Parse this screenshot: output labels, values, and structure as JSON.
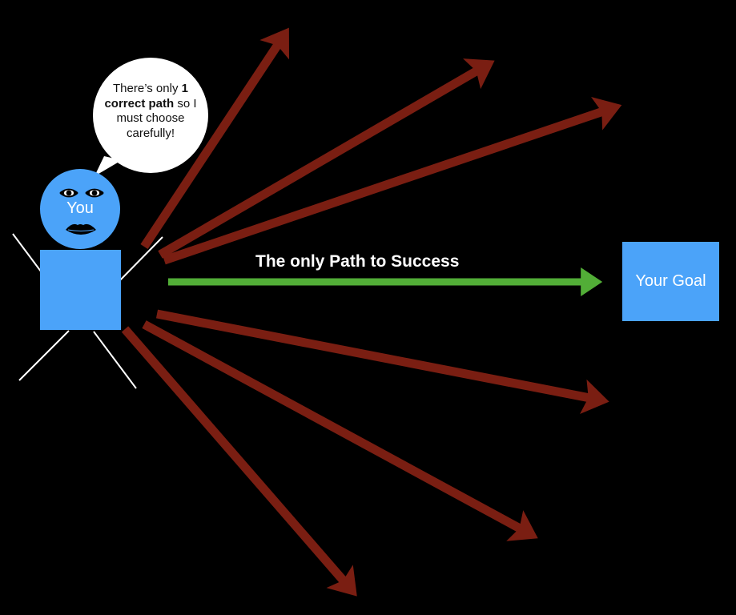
{
  "diagram": {
    "speech_bubble": {
      "text_before": "There’s only ",
      "bold_1": "1",
      "line2_bold": "correct path",
      "line2_rest": " so I",
      "line3": "must choose",
      "line4": "carefully!"
    },
    "person_label": "You",
    "success_path_label": "The only Path to Success",
    "goal_label": "Your Goal",
    "colors": {
      "background": "#000000",
      "figure_blue": "#4ba3f9",
      "wrong_path_red": "#7a1e12",
      "success_green": "#52ae37",
      "limb_white": "#ffffff",
      "bubble_white": "#ffffff"
    },
    "wrong_paths": [
      {
        "id": "up-steep",
        "direction": "up-right"
      },
      {
        "id": "up-mid",
        "direction": "up-right"
      },
      {
        "id": "up-shallow",
        "direction": "up-right"
      },
      {
        "id": "down-shallow",
        "direction": "down-right"
      },
      {
        "id": "down-mid",
        "direction": "down-right"
      },
      {
        "id": "down-steep",
        "direction": "down-right"
      }
    ]
  }
}
